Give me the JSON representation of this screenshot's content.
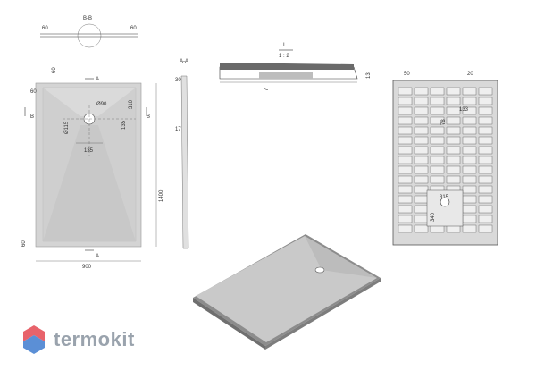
{
  "section_bb": {
    "label": "B-B",
    "dim_left": "60",
    "dim_right": "60"
  },
  "plan": {
    "marker_a_top": "A",
    "marker_a_bottom": "A",
    "marker_b_left": "B",
    "marker_b_right": "B",
    "dim_top_60": "60",
    "dim_left_60": "60",
    "drain_dia": "Ø90",
    "drain_115": "Ø115",
    "dim_310": "310",
    "dim_135_v": "135",
    "dim_135_h": "135",
    "height": "1400",
    "width": "900",
    "dim_bottom_60": "60"
  },
  "section_aa": {
    "label": "A-A",
    "dim_30": "30",
    "dim_17": "17"
  },
  "detail": {
    "scale_top": "I",
    "scale": "1 : 2",
    "dim_7": "7",
    "dim_13": "13"
  },
  "underside": {
    "dim_50": "50",
    "dim_20": "20",
    "dim_133": "133",
    "dim_78": "78",
    "dim_315": "315",
    "dim_340": "340"
  },
  "brand": {
    "name": "termokit",
    "colors": {
      "red": "#e8636b",
      "blue": "#5b8fd6",
      "text": "#9aa3ad"
    }
  }
}
